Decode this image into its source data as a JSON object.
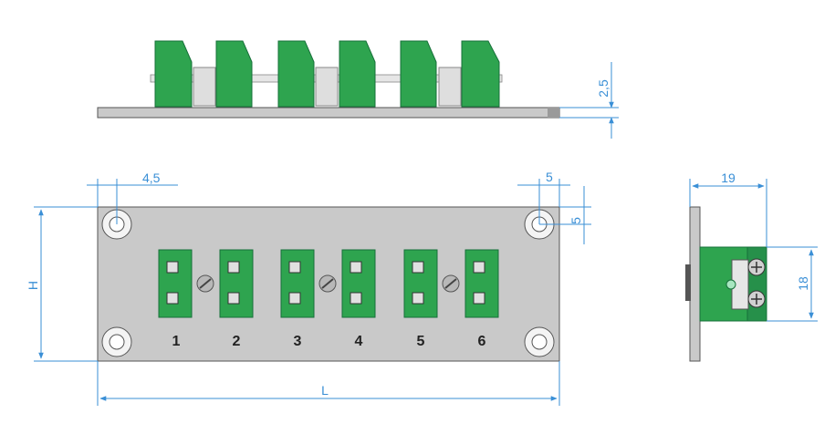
{
  "drawing": {
    "colors": {
      "dimension": "#3a8fd6",
      "plate": "#c9c9c9",
      "plate_edge": "#555555",
      "connector": "#2ea44f",
      "connector_dark": "#17703a",
      "pin": "#e0e0e0",
      "screw": "#b8b8b8"
    },
    "channel_numbers": [
      "1",
      "2",
      "3",
      "4",
      "5",
      "6"
    ],
    "dimensions": {
      "plate_thickness": "2,5",
      "hole_offset_x_left": "4,5",
      "hole_offset_x_right": "5",
      "hole_offset_y_right": "5",
      "height": "H",
      "length": "L",
      "side_depth": "19",
      "side_height": "18"
    }
  }
}
